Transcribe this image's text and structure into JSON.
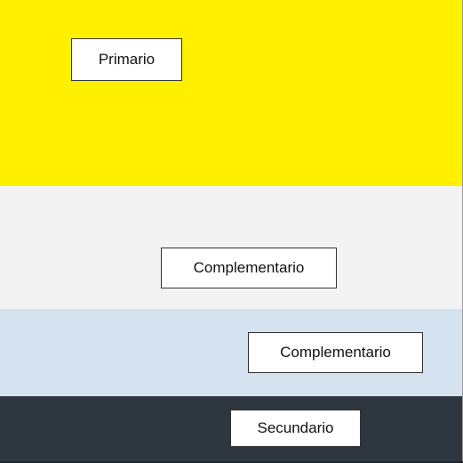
{
  "bands": {
    "primary": {
      "color": "#FFF000",
      "label": "Primario"
    },
    "complementary_1": {
      "color": "#F3F3F3",
      "label": "Complementario"
    },
    "complementary_2": {
      "color": "#D5E3F1",
      "label": "Complementario"
    },
    "secondary": {
      "color": "#2E3640",
      "label": "Secundario"
    }
  }
}
